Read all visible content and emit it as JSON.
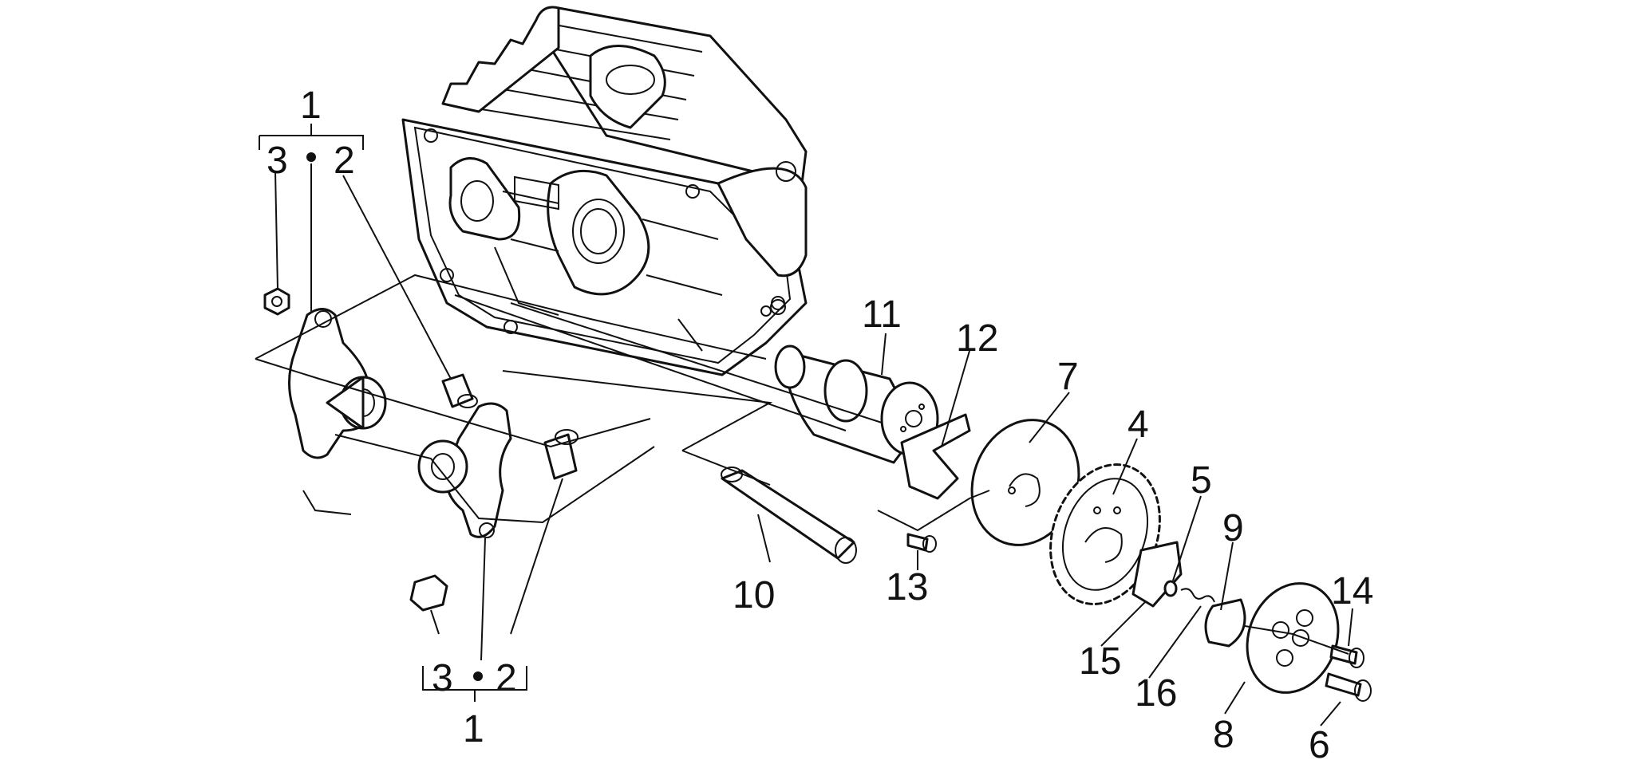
{
  "diagram": {
    "callouts": [
      {
        "id": "c1-top",
        "text": "1"
      },
      {
        "id": "c3-top",
        "text": "3"
      },
      {
        "id": "c2-top",
        "text": "2"
      },
      {
        "id": "c11",
        "text": "11"
      },
      {
        "id": "c12",
        "text": "12"
      },
      {
        "id": "c7",
        "text": "7"
      },
      {
        "id": "c4",
        "text": "4"
      },
      {
        "id": "c5",
        "text": "5"
      },
      {
        "id": "c9",
        "text": "9"
      },
      {
        "id": "c14",
        "text": "14"
      },
      {
        "id": "c10",
        "text": "10"
      },
      {
        "id": "c13",
        "text": "13"
      },
      {
        "id": "c15",
        "text": "15"
      },
      {
        "id": "c16",
        "text": "16"
      },
      {
        "id": "c3-bot",
        "text": "3"
      },
      {
        "id": "c2-bot",
        "text": "2"
      },
      {
        "id": "c1-bot",
        "text": "1"
      },
      {
        "id": "c8",
        "text": "8"
      },
      {
        "id": "c6",
        "text": "6"
      }
    ]
  }
}
